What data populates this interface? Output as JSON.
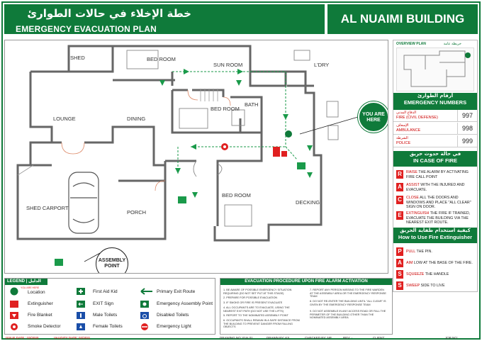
{
  "header": {
    "title_ar": "خطة الإخلاء في حالات الطوارئ",
    "title_en": "EMERGENCY EVACUATION PLAN",
    "building": "AL NUAIMI BUILDING"
  },
  "plan": {
    "rooms": {
      "shed": "SHED",
      "bedroom1": "BED ROOM",
      "sunroom": "SUN ROOM",
      "laundry": "L'DRY",
      "lounge": "LOUNGE",
      "dining": "DINING",
      "bedroom2": "BED ROOM",
      "bath": "BATH",
      "carport": "SHED CARPORT",
      "porch": "PORCH",
      "bedroom3": "BED ROOM",
      "decking": "DECKING"
    },
    "you_are_here": "YOU ARE HERE",
    "assembly_point": "ASSEMBLY POINT"
  },
  "sidebar": {
    "overview_title": "OVERVIEW PLAN",
    "overview_ar": "خريطة عامة",
    "numbers_ar": "أرقام الطوارئ",
    "numbers_en": "EMERGENCY NUMBERS",
    "numbers": [
      {
        "ar": "الدفاع المدني",
        "label": "FIRE (CIVIL DEFENSE)",
        "num": "997"
      },
      {
        "ar": "الإسعاف",
        "label": "AMBULANCE",
        "num": "998"
      },
      {
        "ar": "الشرطة",
        "label": "POLICE",
        "num": "999"
      }
    ],
    "fire_ar": "في حالة حدوث حريق",
    "fire_en": "IN CASE OF FIRE",
    "race": [
      {
        "letter": "R",
        "key": "RAISE",
        "text": " THE ALARM BY ACTIVATING FIRE CALL POINT"
      },
      {
        "letter": "A",
        "key": "ASSIST",
        "text": " WITH THE INJURED AND EVACUATE."
      },
      {
        "letter": "C",
        "key": "CLOSE",
        "text": " ALL THE DOORS AND WINDOWS AND PLACE \"ALL CLEAR\" SIGN ON DOOR."
      },
      {
        "letter": "E",
        "key": "EXTINGUISH",
        "text": " THE FIRE IF TRAINED, EVACUATE THE BUILDING VIA THE NEAREST EXIT ROUTE."
      }
    ],
    "ext_ar": "كيفية استخدام طفاية الحريق",
    "ext_en": "How to Use Fire Extinguisher",
    "pass": [
      {
        "letter": "P",
        "key": "PULL",
        "text": " THE PIN."
      },
      {
        "letter": "A",
        "key": "AIM",
        "text": " LOW AT THE BASE OF THE FIRE."
      },
      {
        "letter": "S",
        "key": "SQUEEZE",
        "text": " THE HANDLE"
      },
      {
        "letter": "S",
        "key": "SWEEP",
        "text": " SIDE TO LIVE"
      }
    ]
  },
  "legend": {
    "title": "LEGEND | الدليل",
    "items": {
      "location": "Location",
      "extinguisher": "Extinguisher",
      "fire_blanket": "Fire Blanket",
      "smoke_detector": "Smoke Detector",
      "first_aid": "First Aid Kid",
      "exit_sign": "EXIT Sign",
      "male_toilets": "Male Toilets",
      "female_toilets": "Female Toilets",
      "exit_route": "Primary Exit Route",
      "assembly": "Emergency Assembly Point",
      "disabled_toilets": "Disabled Toilets",
      "emergency_light": "Emergency Light"
    },
    "you_are_here_small": "YOU ARE HERE"
  },
  "procedure": {
    "title": "EVACUATION PROCEDURE UPON FIRE ALARM ACTIVATION",
    "left": [
      "1. BE AWARE OF POSSIBLE EMERGENCY SITUATION REQUIRING (DO NOT SET PUT AT THIS STAGE)",
      "2. PREPARE FOR POSSIBLE EVACUATION",
      "3. IF SMOKE OR FIRE IS PRESENT EVACUATE",
      "4. ALL OCCUPANTS ARE TO EVACUATE, USING THE NEAREST EXIT PATH (DO NOT USE THE LIFTS)",
      "5. REPORT TO THE NOMINATED ASSEMBLY POINT",
      "6. OCCUPANTS SHALL REMAIN IN A SAFE DISTANCE FROM THE BUILDING TO PREVENT DANGER FROM FALLING OBJECTS"
    ],
    "right": [
      "7. REPORT ANY PERSON MISSING TO THE FIRE WARDEN AT THE ASSEMBLY AREA OR THE EMERGENCY RESPONSE TEAM",
      "8. DO NOT RE-ENTER THE BUILDING UNTIL \"ALL CLEAR\" IS GIVEN BY THE EMERGENCY RESPONSE TEAM",
      "9. DO NOT ASSEMBLE IN ANY ACCESS ROAD OR FALL THE PERIMETER OF THE BUILDING OTHER THAN THE NOMINATED ASSEMBLY AREA"
    ]
  },
  "footer": {
    "issue": "ISSUE DATE : 02/2020",
    "validity": "VALIDITY DATE: 02/2031",
    "drawing": "DRAWING NO: EVA 01",
    "drawn": "DRAWN BY: KS",
    "checked": "CHECKED BY: NP",
    "rev": "REV: -",
    "client": "CLIENT:",
    "job": "JOB NO:"
  },
  "colors": {
    "brand_green": "#0f7a3a",
    "alert_red": "#e02020"
  }
}
